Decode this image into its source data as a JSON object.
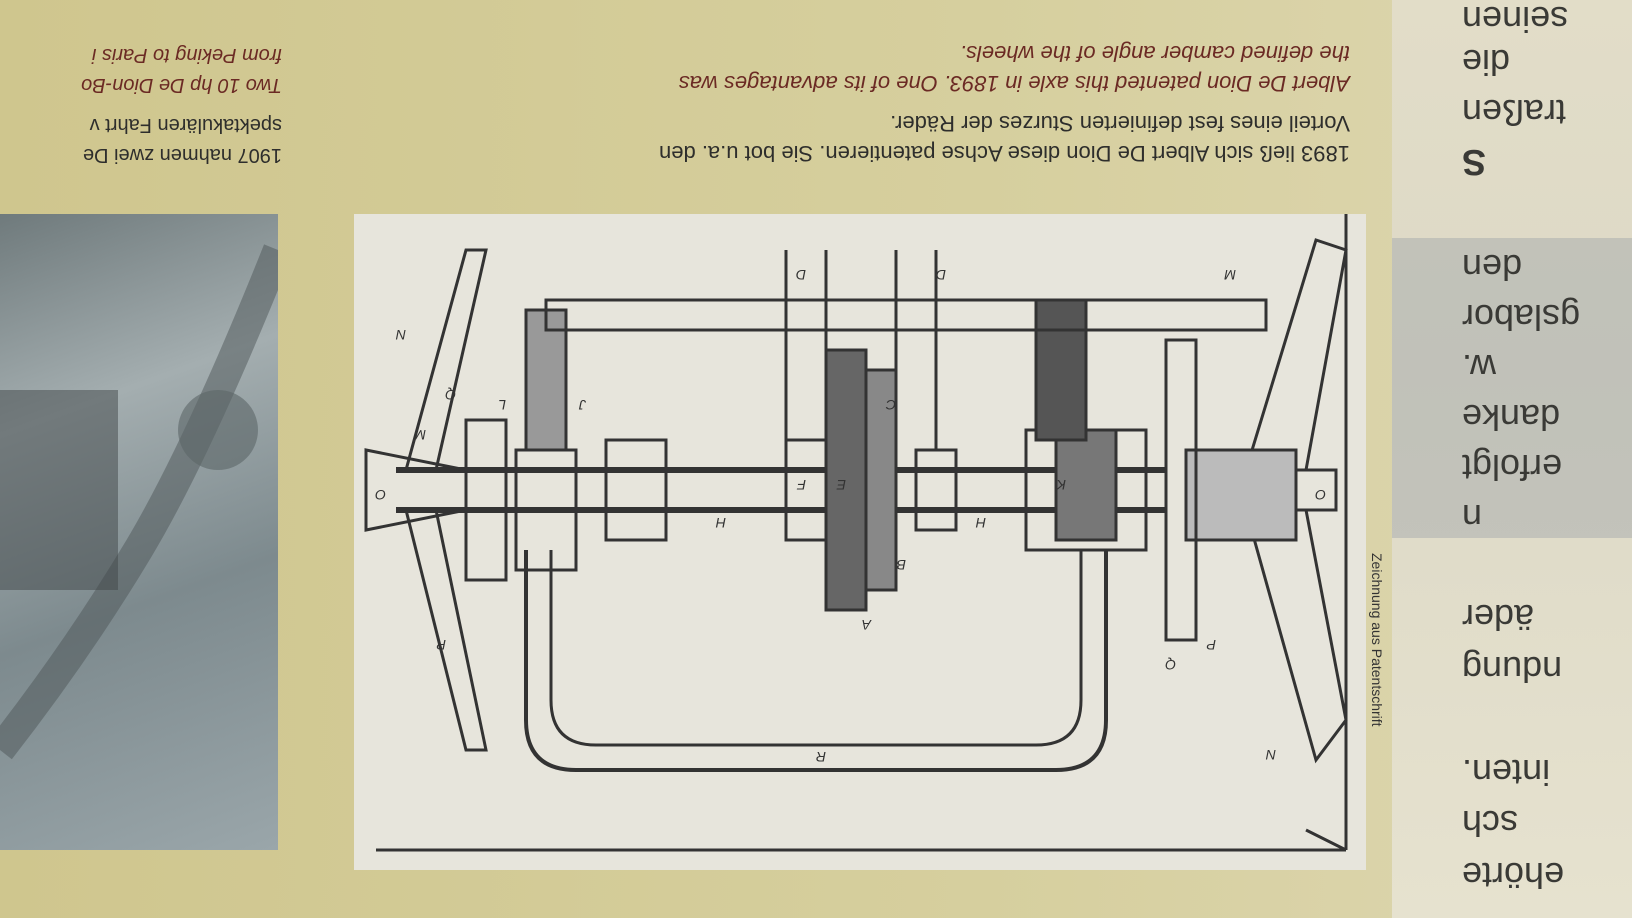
{
  "left_column_fragments": [
    "ehörte",
    "sch",
    "inten.",
    "ndung",
    "äder",
    "n",
    "erfolgt",
    "danke",
    "w.",
    "gslabor",
    "den",
    "S",
    "traßen",
    "die",
    "seinen"
  ],
  "drawing_caption": "Zeichnung aus Patentschrift",
  "main_caption": {
    "de": [
      "1893 ließ sich Albert De Dion diese Achse patentieren. Sie bot u.a. den",
      "Vorteil eines fest definierten Sturzes der Räder."
    ],
    "en": [
      "Albert De Dion patented this axle in 1893. One of its advantages was",
      "the defined camber angle of the wheels."
    ]
  },
  "right_caption": {
    "de": [
      "1907 nahmen zwei De",
      "spektakulären Fahrt v"
    ],
    "en": [
      "Two 10 hp De Dion-Bo",
      "from Peking to Paris i"
    ]
  },
  "drawing_labels": [
    "R",
    "H",
    "H",
    "K",
    "A",
    "B",
    "C",
    "D",
    "D",
    "P",
    "P",
    "M",
    "M",
    "N",
    "N",
    "Q",
    "Q",
    "L",
    "O",
    "O",
    "J",
    "E",
    "F"
  ]
}
